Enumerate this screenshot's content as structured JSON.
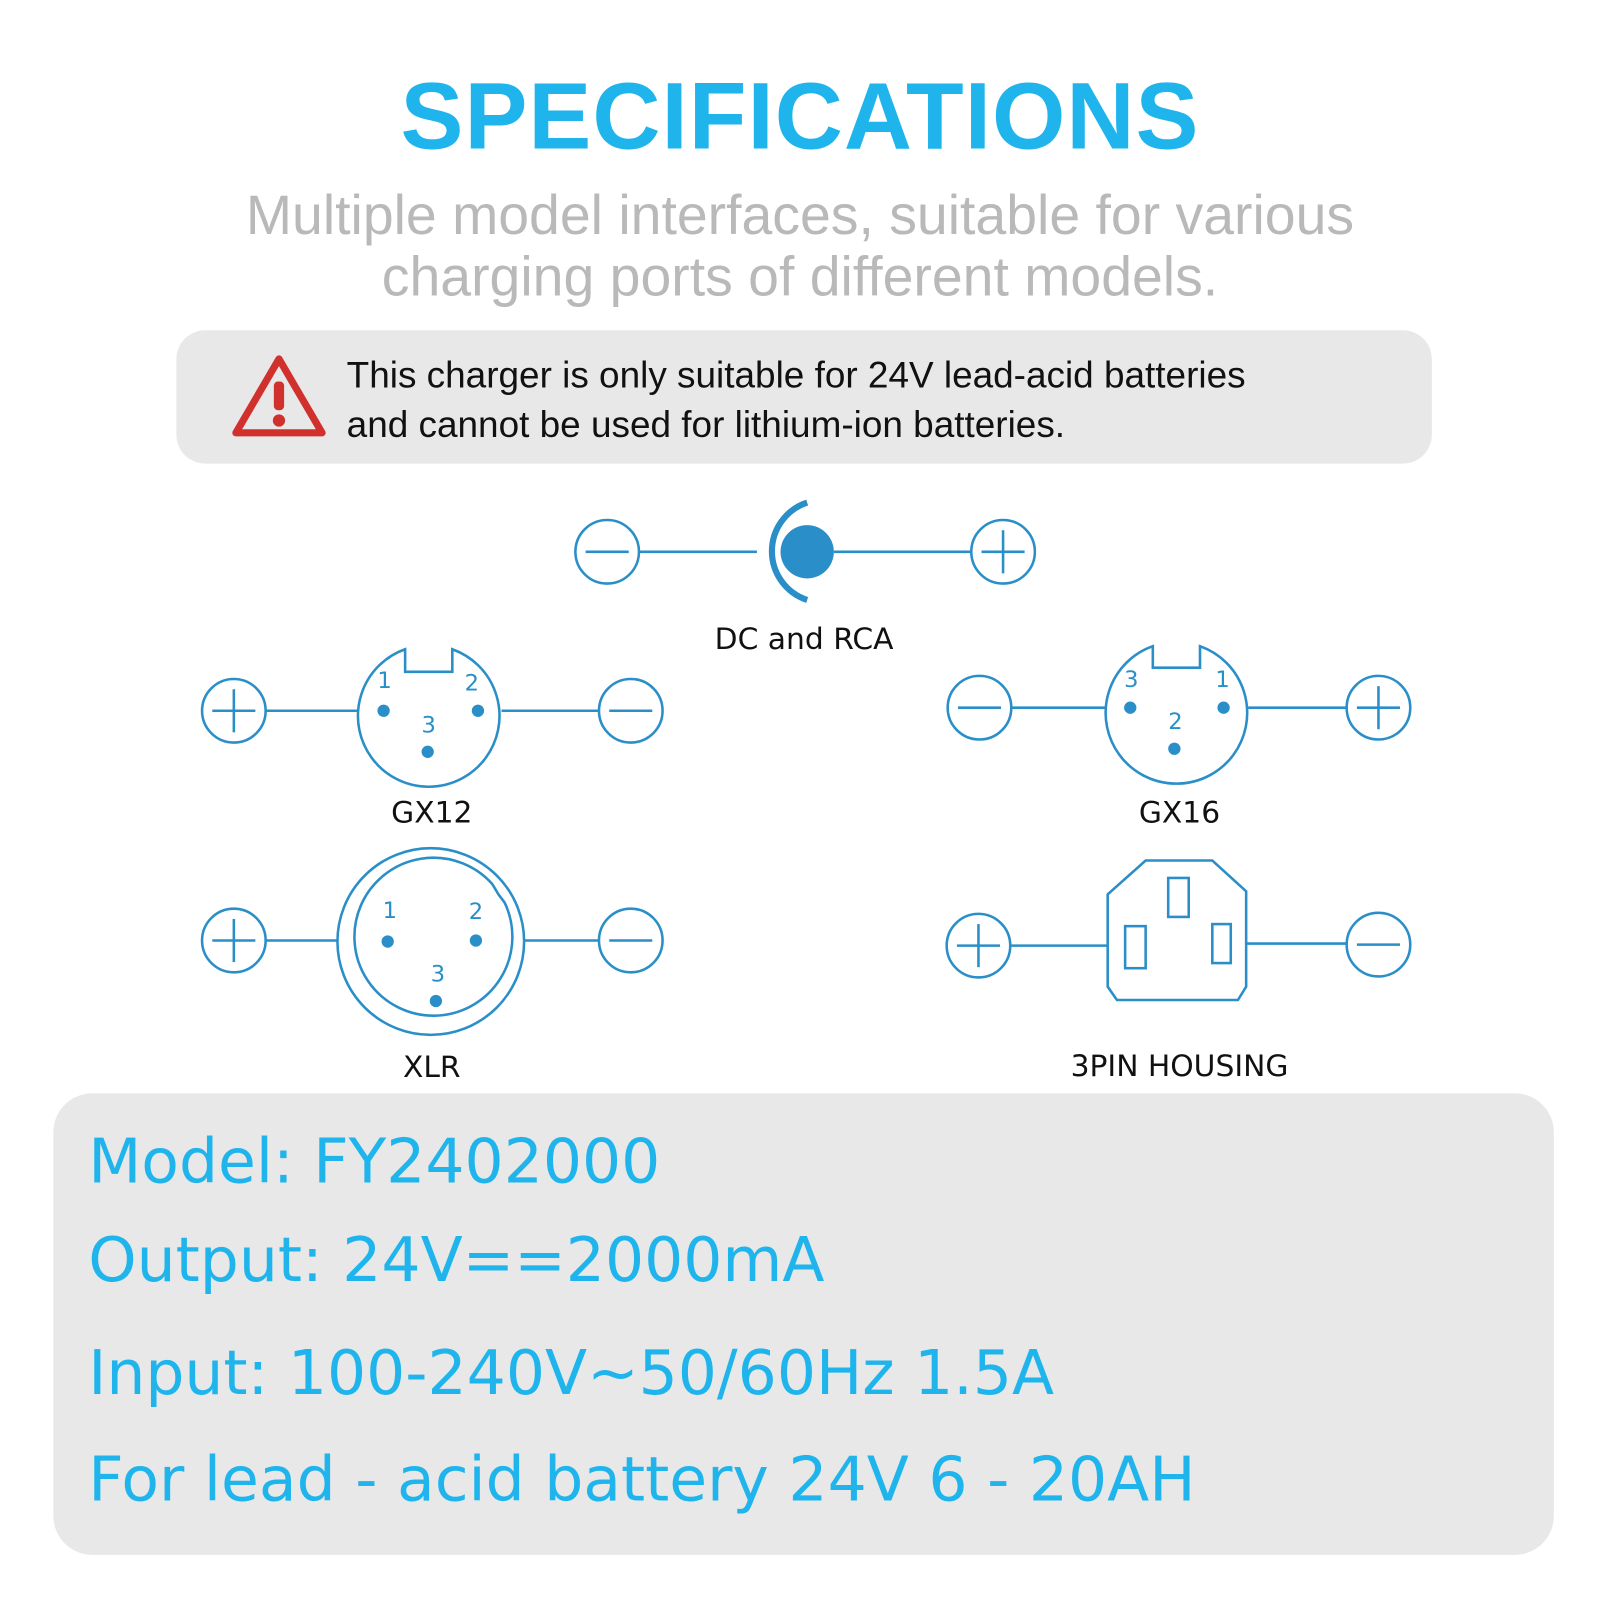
{
  "header": {
    "title": "SPECIFICATIONS",
    "subtitle_line1": "Multiple model interfaces, suitable for various",
    "subtitle_line2": "charging ports of different models."
  },
  "warning": {
    "icon": "warning-triangle-icon",
    "line1": "This charger is only suitable for 24V lead-acid batteries",
    "line2": "and cannot be used for lithium-ion batteries.",
    "color": "#d0312d"
  },
  "connectors": {
    "dc_rca": {
      "label": "DC and RCA"
    },
    "gx12": {
      "label": "GX12",
      "pins": [
        "1",
        "2",
        "3"
      ]
    },
    "gx16": {
      "label": "GX16",
      "pins": [
        "3",
        "1",
        "2"
      ]
    },
    "xlr": {
      "label": "XLR",
      "pins": [
        "1",
        "2",
        "3"
      ]
    },
    "housing": {
      "label": "3PIN HOUSING"
    }
  },
  "specs": {
    "model": "Model: FY2402000",
    "output": "Output: 24V==2000mA",
    "input": "Input: 100-240V~50/60Hz 1.5A",
    "battery": "For lead - acid battery 24V 6 - 20AH"
  },
  "colors": {
    "accent": "#1fb5ec",
    "diagram": "#2a8fc8",
    "panel": "#e8e8e8"
  }
}
